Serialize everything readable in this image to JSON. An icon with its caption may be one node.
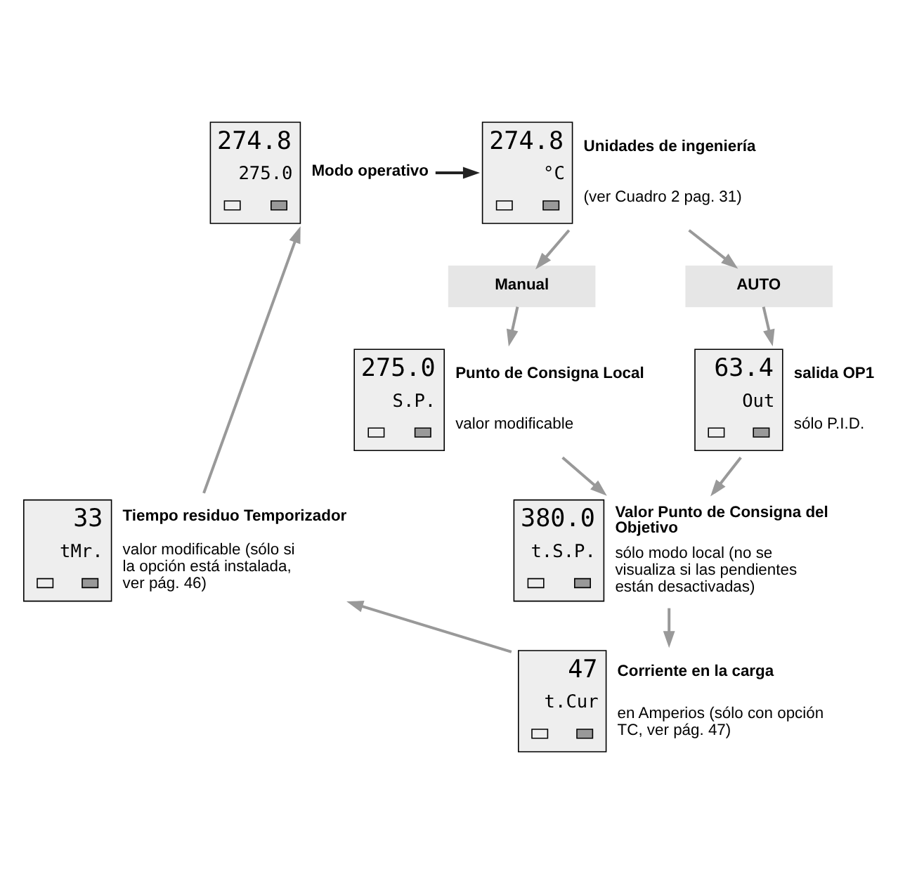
{
  "diagram": {
    "nodes": [
      {
        "text": [
          "274.8",
          "275.0"
        ],
        "beside": [
          "Modo operativo"
        ]
      },
      {
        "text": [
          "274.8",
          "°C"
        ],
        "beside": [
          "Unidades de ingeniería",
          "(ver Cuadro 2 pag. 31)"
        ]
      },
      {
        "text": [
          "Manual"
        ]
      },
      {
        "text": [
          "AUTO"
        ]
      },
      {
        "text": [
          "275.0",
          "S.P."
        ],
        "beside": [
          "Punto de Consigna Local",
          "valor modificable"
        ]
      },
      {
        "text": [
          "63.4",
          "Out"
        ],
        "beside": [
          "salida OP1",
          "sólo P.I.D."
        ]
      },
      {
        "text": [
          "380.0",
          "t.S.P."
        ],
        "beside": [
          "Valor Punto de Consigna del Objetivo",
          "sólo modo local (no se visualiza si las pendientes están desactivadas)"
        ]
      },
      {
        "text": [
          "33",
          "tMr."
        ],
        "beside": [
          "Tiempo residuo Temporizador",
          "valor modificable (sólo si la opción está instalada, ver pág. 46)"
        ]
      },
      {
        "text": [
          "47",
          "t.Cur"
        ],
        "beside": [
          "Corriente en la carga",
          "en Amperios (sólo con opción TC, ver pág. 47)"
        ]
      }
    ],
    "edges": [
      {
        "from": 0,
        "to": 1,
        "arrow": "to",
        "color": "#222222"
      },
      {
        "from": 1,
        "to": 2,
        "arrow": "to"
      },
      {
        "from": 1,
        "to": 3,
        "arrow": "to"
      },
      {
        "from": 2,
        "to": 4,
        "arrow": "to"
      },
      {
        "from": 3,
        "to": 5,
        "arrow": "to"
      },
      {
        "from": 4,
        "to": 6,
        "arrow": "to"
      },
      {
        "from": 5,
        "to": 6,
        "arrow": "to"
      },
      {
        "from": 6,
        "to": 8,
        "arrow": "to"
      },
      {
        "from": 8,
        "to": 7,
        "arrow": "to"
      },
      {
        "from": 7,
        "to": 0,
        "arrow": "to"
      }
    ]
  }
}
